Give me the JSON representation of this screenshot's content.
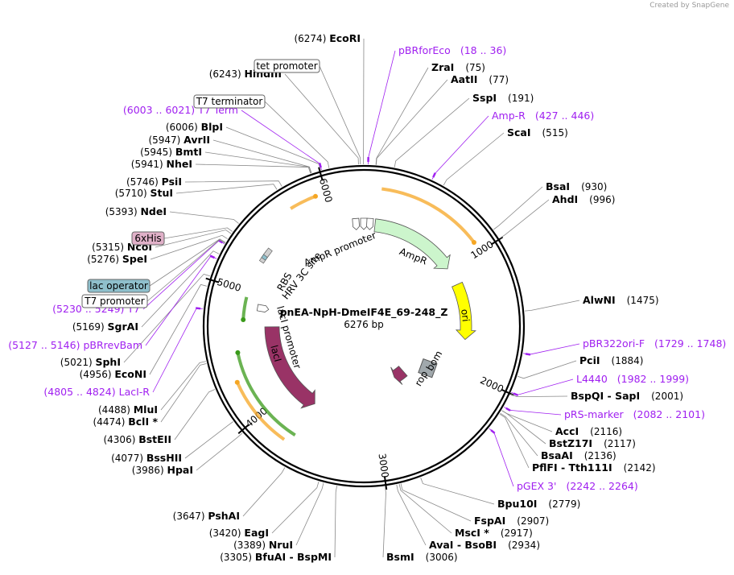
{
  "credit": "Created by SnapGene",
  "plasmid": {
    "name": "pnEA-NpH-DmeIF4E_69-248_Z",
    "size_label": "6276 bp",
    "length": 6276
  },
  "tick_labels": [
    "1000",
    "2000",
    "3000",
    "4000",
    "5000",
    "6000"
  ],
  "enzymes": [
    {
      "name": "EcoRI",
      "pos": "(6274)",
      "bp": 6274,
      "side": "L"
    },
    {
      "name": "ZraI",
      "pos": "(75)",
      "bp": 75,
      "side": "R"
    },
    {
      "name": "AatII",
      "pos": "(77)",
      "bp": 77,
      "side": "R"
    },
    {
      "name": "SspI",
      "pos": "(191)",
      "bp": 191,
      "side": "R"
    },
    {
      "name": "ScaI",
      "pos": "(515)",
      "bp": 515,
      "side": "R"
    },
    {
      "name": "BsaI",
      "pos": "(930)",
      "bp": 930,
      "side": "R"
    },
    {
      "name": "AhdI",
      "pos": "(996)",
      "bp": 996,
      "side": "R"
    },
    {
      "name": "AlwNI",
      "pos": "(1475)",
      "bp": 1475,
      "side": "R"
    },
    {
      "name": "PciI",
      "pos": "(1884)",
      "bp": 1884,
      "side": "R"
    },
    {
      "name": "BspQI  -  SapI",
      "pos": "(2001)",
      "bp": 2001,
      "side": "R"
    },
    {
      "name": "AccI",
      "pos": "(2116)",
      "bp": 2116,
      "side": "R"
    },
    {
      "name": "BstZ17I",
      "pos": "(2117)",
      "bp": 2117,
      "side": "R"
    },
    {
      "name": "BsaAI",
      "pos": "(2136)",
      "bp": 2136,
      "side": "R"
    },
    {
      "name": "PflFI  -  Tth111I",
      "pos": "(2142)",
      "bp": 2142,
      "side": "R"
    },
    {
      "name": "Bpu10I",
      "pos": "(2779)",
      "bp": 2779,
      "side": "R"
    },
    {
      "name": "FspAI",
      "pos": "(2907)",
      "bp": 2907,
      "side": "R"
    },
    {
      "name": "MscI *",
      "pos": "(2917)",
      "bp": 2917,
      "side": "R"
    },
    {
      "name": "AvaI  -  BsoBI",
      "pos": "(2934)",
      "bp": 2934,
      "side": "R"
    },
    {
      "name": "BsmI",
      "pos": "(3006)",
      "bp": 3006,
      "side": "R"
    },
    {
      "name": "BfuAI  -  BspMI",
      "pos": "(3305)",
      "bp": 3305,
      "side": "L"
    },
    {
      "name": "NruI",
      "pos": "(3389)",
      "bp": 3389,
      "side": "L"
    },
    {
      "name": "EagI",
      "pos": "(3420)",
      "bp": 3420,
      "side": "L"
    },
    {
      "name": "PshAI",
      "pos": "(3647)",
      "bp": 3647,
      "side": "L"
    },
    {
      "name": "HpaI",
      "pos": "(3986)",
      "bp": 3986,
      "side": "L"
    },
    {
      "name": "BssHII",
      "pos": "(4077)",
      "bp": 4077,
      "side": "L"
    },
    {
      "name": "BstEII",
      "pos": "(4306)",
      "bp": 4306,
      "side": "L"
    },
    {
      "name": "BclI *",
      "pos": "(4474)",
      "bp": 4474,
      "side": "L"
    },
    {
      "name": "MluI",
      "pos": "(4488)",
      "bp": 4488,
      "side": "L"
    },
    {
      "name": "EcoNI",
      "pos": "(4956)",
      "bp": 4956,
      "side": "L"
    },
    {
      "name": "SphI",
      "pos": "(5021)",
      "bp": 5021,
      "side": "L"
    },
    {
      "name": "SgrAI",
      "pos": "(5169)",
      "bp": 5169,
      "side": "L"
    },
    {
      "name": "SpeI",
      "pos": "(5276)",
      "bp": 5276,
      "side": "L"
    },
    {
      "name": "NcoI",
      "pos": "(5315)",
      "bp": 5315,
      "side": "L"
    },
    {
      "name": "NdeI",
      "pos": "(5393)",
      "bp": 5393,
      "side": "L"
    },
    {
      "name": "StuI",
      "pos": "(5710)",
      "bp": 5710,
      "side": "L"
    },
    {
      "name": "PsiI",
      "pos": "(5746)",
      "bp": 5746,
      "side": "L"
    },
    {
      "name": "NheI",
      "pos": "(5941)",
      "bp": 5941,
      "side": "L"
    },
    {
      "name": "BmtI",
      "pos": "(5945)",
      "bp": 5945,
      "side": "L"
    },
    {
      "name": "AvrII",
      "pos": "(5947)",
      "bp": 5947,
      "side": "L"
    },
    {
      "name": "BlpI",
      "pos": "(6006)",
      "bp": 6006,
      "side": "L"
    },
    {
      "name": "HindIII",
      "pos": "(6243)",
      "bp": 6243,
      "side": "L"
    }
  ],
  "primers": [
    {
      "name": "pBRforEco",
      "range": "(18 .. 36)",
      "bp": 27,
      "side": "R"
    },
    {
      "name": "Amp-R",
      "range": "(427 .. 446)",
      "bp": 436,
      "side": "R"
    },
    {
      "name": "pBR322ori-F",
      "range": "(1729 .. 1748)",
      "bp": 1738,
      "side": "R"
    },
    {
      "name": "L4440",
      "range": "(1982 .. 1999)",
      "bp": 1990,
      "side": "R"
    },
    {
      "name": "pRS-marker",
      "range": "(2082 .. 2101)",
      "bp": 2091,
      "side": "R"
    },
    {
      "name": "pGEX 3'",
      "range": "(2242 .. 2264)",
      "bp": 2253,
      "side": "R"
    },
    {
      "name": "LacI-R",
      "range": "(4805 .. 4824)",
      "bp": 4814,
      "side": "L"
    },
    {
      "name": "pBRrevBam",
      "range": "(5127 .. 5146)",
      "bp": 5136,
      "side": "L"
    },
    {
      "name": "T7",
      "range": "(5230 .. 5249)",
      "bp": 5240,
      "side": "L"
    },
    {
      "name": "T7 Term",
      "range": "(6003 .. 6021)",
      "bp": 6012,
      "side": "L"
    }
  ],
  "boxed_features": [
    {
      "name": "tet promoter",
      "bp": 6255,
      "fill": "#ffffff"
    },
    {
      "name": "T7 terminator",
      "bp": 6060,
      "fill": "#ffffff"
    },
    {
      "name": "6xHis",
      "bp": 5330,
      "fill": "#e0b0c8"
    },
    {
      "name": "lac operator",
      "bp": 5250,
      "fill": "#8fc0cc"
    },
    {
      "name": "T7 promoter",
      "bp": 5245,
      "fill": "#ffffff"
    }
  ],
  "features": [
    {
      "name": "AmpR promoter",
      "start": 6276,
      "end": 80,
      "color": "#ffffff"
    },
    {
      "name": "AmpR",
      "start": 110,
      "end": 970,
      "color": "#ccf5cc"
    },
    {
      "name": "ori",
      "start": 1150,
      "end": 1700,
      "color": "#ffff00"
    },
    {
      "name": "bom",
      "start": 2000,
      "end": 2200,
      "color": "#a0a8ac"
    },
    {
      "name": "rop",
      "start": 2400,
      "end": 2600,
      "color": "#993366"
    },
    {
      "name": "lacI",
      "start": 4700,
      "end": 3700,
      "color": "#993366"
    },
    {
      "name": "lacI promoter",
      "start": 4890,
      "end": 4810,
      "color": "#ffffff"
    },
    {
      "name": "RBS",
      "start": 5300,
      "end": 5320,
      "color": "#ffffff"
    },
    {
      "name": "HRV 3C site",
      "start": 5390,
      "end": 5420,
      "color": "#ffffff"
    }
  ],
  "colors": {
    "primer": "#a020f0",
    "orf": "#f5a623",
    "orf_green": "#3a9a1a",
    "backbone": "#000000"
  }
}
